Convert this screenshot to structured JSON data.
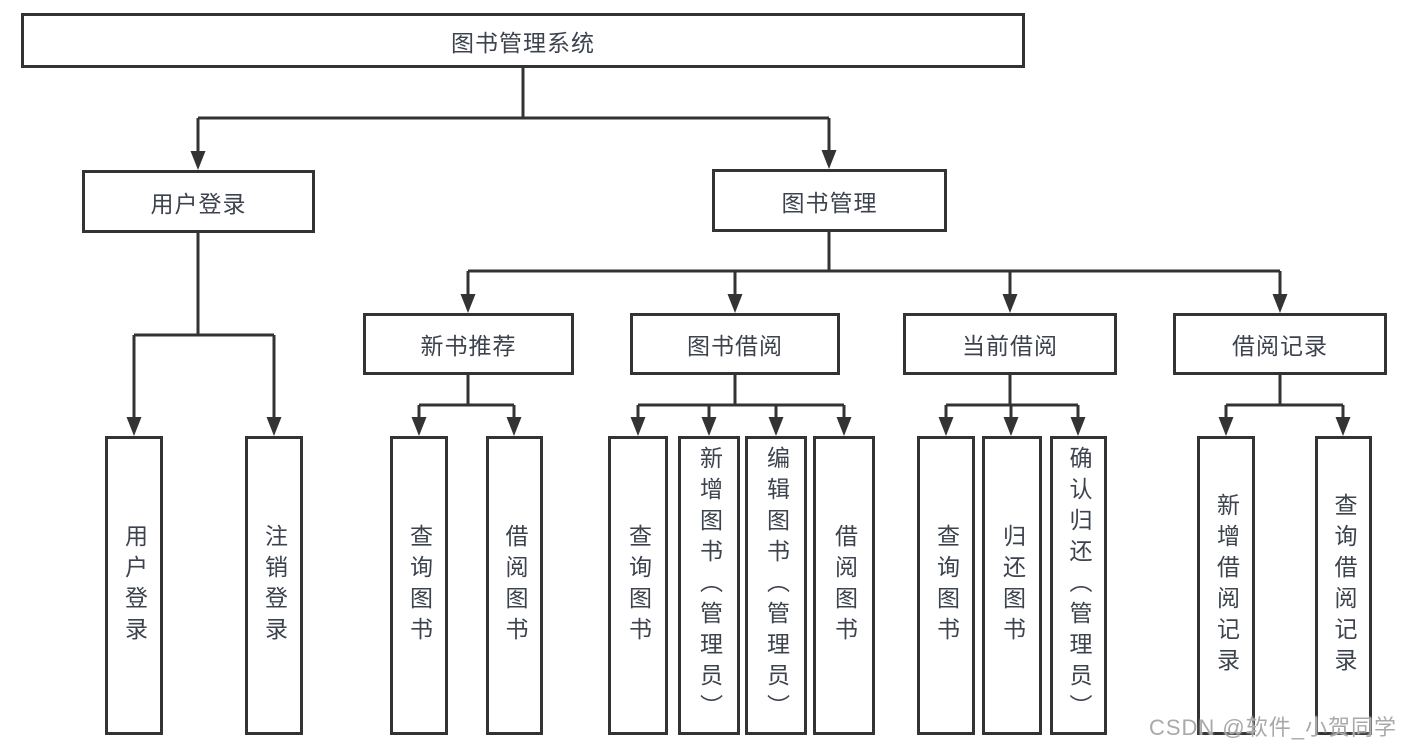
{
  "tree": {
    "root": {
      "label": "图书管理系统"
    },
    "branches": [
      {
        "label": "用户登录",
        "children": [
          {
            "label": "用户登录"
          },
          {
            "label": "注销登录"
          }
        ]
      },
      {
        "label": "图书管理",
        "children": [
          {
            "label": "新书推荐",
            "children": [
              {
                "label": "查询图书"
              },
              {
                "label": "借阅图书"
              }
            ]
          },
          {
            "label": "图书借阅",
            "children": [
              {
                "label": "查询图书"
              },
              {
                "label": "新增图书（管理员）"
              },
              {
                "label": "编辑图书（管理员）"
              },
              {
                "label": "借阅图书"
              }
            ]
          },
          {
            "label": "当前借阅",
            "children": [
              {
                "label": "查询图书"
              },
              {
                "label": "归还图书"
              },
              {
                "label": "确认归还（管理员）"
              }
            ]
          },
          {
            "label": "借阅记录",
            "children": [
              {
                "label": "新增借阅记录"
              },
              {
                "label": "查询借阅记录"
              }
            ]
          }
        ]
      }
    ]
  },
  "watermark": {
    "text": "CSDN @软件_小贺同学"
  },
  "colors": {
    "line": "#333333",
    "text": "#3d434d",
    "background": "#ffffff",
    "watermark": "#a9a9a9"
  }
}
